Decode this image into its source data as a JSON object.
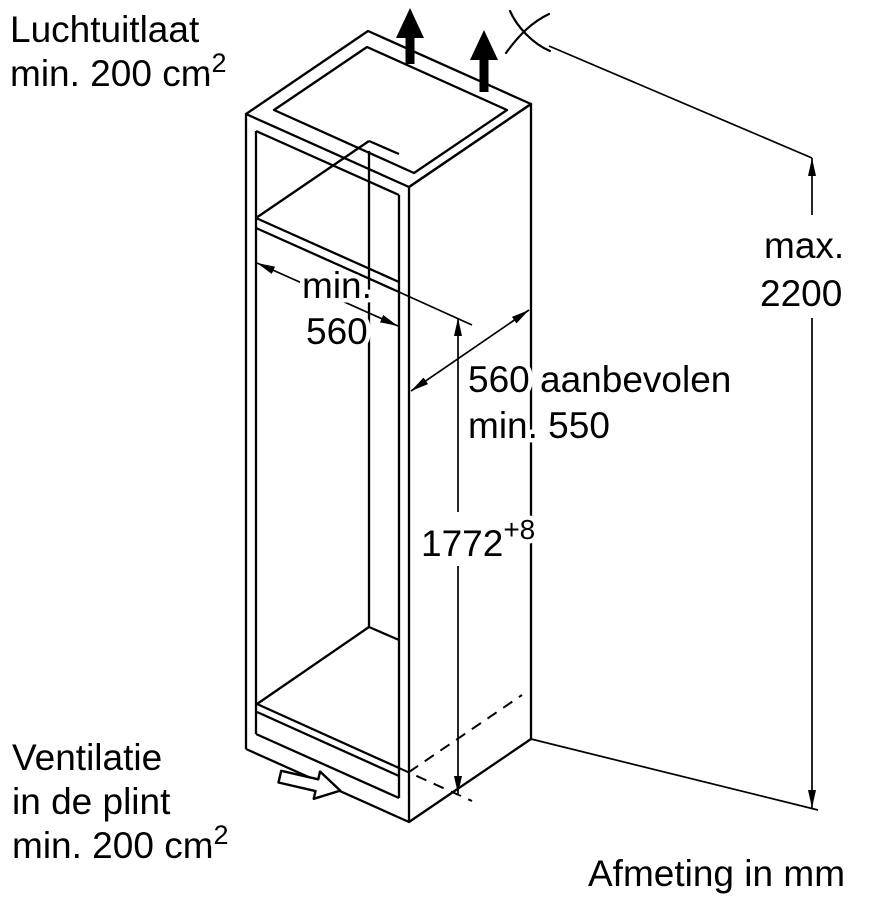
{
  "page": {
    "background": "#ffffff",
    "line_color": "#000000"
  },
  "labels": {
    "air_outlet": {
      "line1": "Luchtuitlaat",
      "line2": "min. 200 cm",
      "superscript": "2"
    },
    "plinth_vent": {
      "line1": "Ventilatie",
      "line2": "in de plint",
      "line3": "min. 200 cm",
      "superscript": "2"
    },
    "units": "Afmeting in mm"
  },
  "dimensions": {
    "niche_width": {
      "line1": "min.",
      "line2": "560"
    },
    "niche_depth": {
      "line1": "560 aanbevolen",
      "line2": "min. 550"
    },
    "niche_height": {
      "value": "1772",
      "tolerance": "+8"
    },
    "max_height": {
      "line1": "max.",
      "line2": "2200"
    }
  },
  "icons": {
    "air_flow": "thick-up-arrow",
    "dimension_break": "cut-symbol",
    "plinth_airflow": "white-block-arrow-right"
  }
}
